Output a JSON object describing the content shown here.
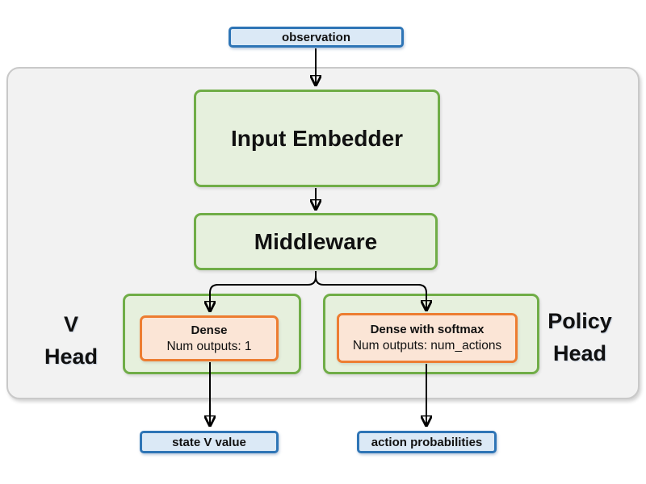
{
  "diagram": {
    "nodes": {
      "observation": {
        "label": "observation"
      },
      "input_embedder": {
        "label": "Input Embedder"
      },
      "middleware": {
        "label": "Middleware"
      },
      "v_head": {
        "label_line1": "V",
        "label_line2": "Head",
        "dense": {
          "title": "Dense",
          "subtitle": "Num outputs: 1"
        }
      },
      "policy_head": {
        "label_line1": "Policy",
        "label_line2": "Head",
        "dense": {
          "title": "Dense with softmax",
          "subtitle": "Num outputs: num_actions"
        }
      },
      "state_v_value": {
        "label": "state V value"
      },
      "action_probabilities": {
        "label": "action probabilities"
      }
    },
    "edges": [
      {
        "from": "observation",
        "to": "input_embedder"
      },
      {
        "from": "input_embedder",
        "to": "middleware"
      },
      {
        "from": "middleware",
        "to": "v_head_dense"
      },
      {
        "from": "middleware",
        "to": "policy_head_dense"
      },
      {
        "from": "v_head_dense",
        "to": "state_v_value"
      },
      {
        "from": "policy_head_dense",
        "to": "action_probabilities"
      }
    ],
    "colors": {
      "blue_fill": "#dbe9f6",
      "blue_border": "#2e75b6",
      "green_fill": "#e6f0dd",
      "green_border": "#70ad47",
      "orange_fill": "#fbe5d6",
      "orange_border": "#ed7d31",
      "container_fill": "#f2f2f2",
      "container_border": "#c9c9c9",
      "arrow": "#000000"
    }
  }
}
